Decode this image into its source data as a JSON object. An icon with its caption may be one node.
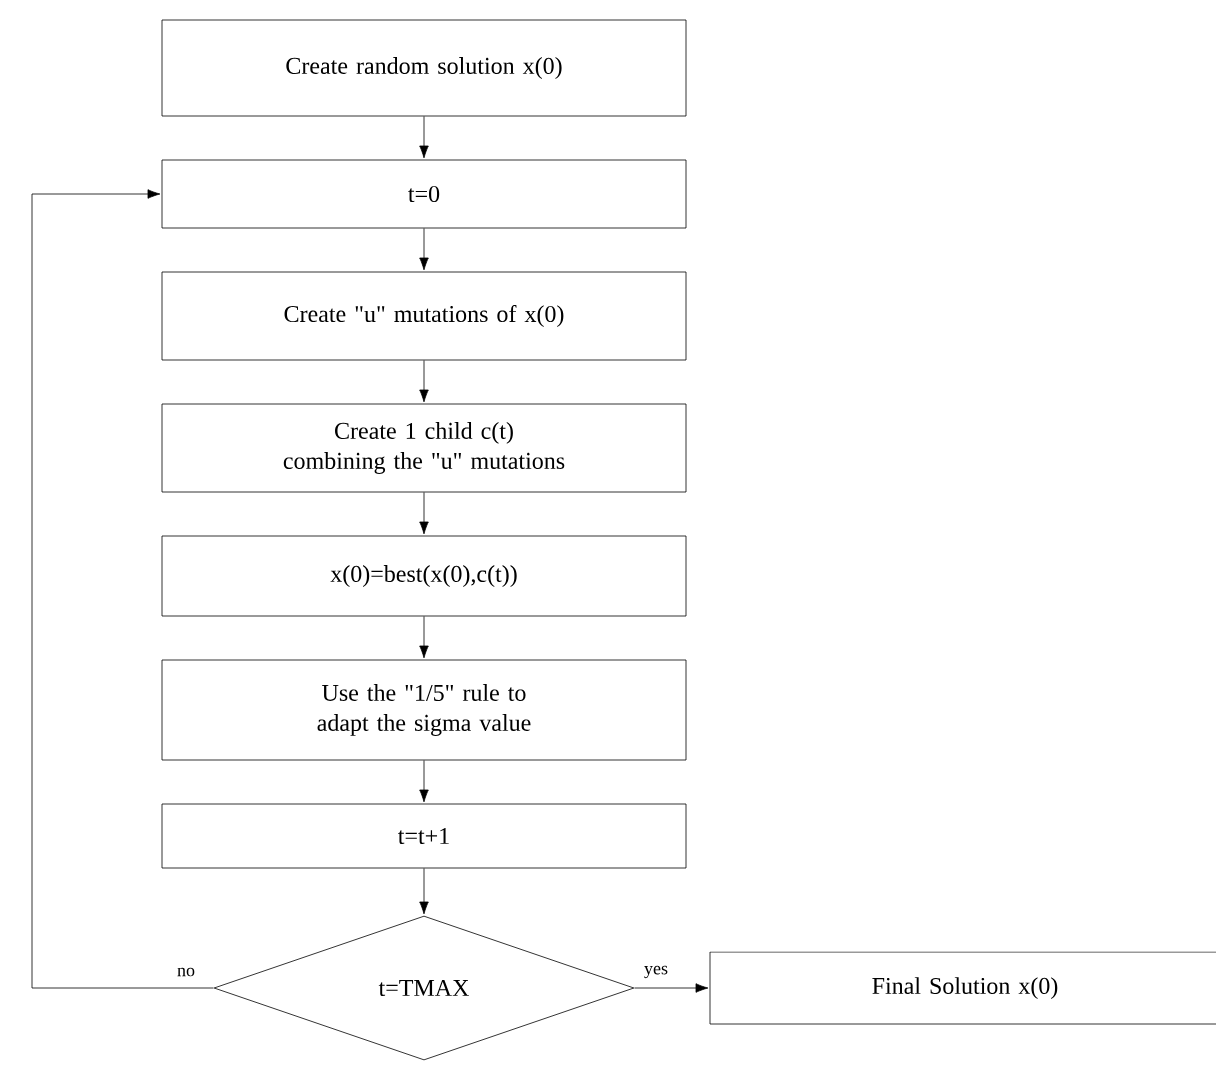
{
  "diagram": {
    "nodes": [
      {
        "text": [
          "Create random solution x(0)"
        ]
      },
      {
        "text": [
          "t=0"
        ]
      },
      {
        "text": [
          "Create \"u\" mutations of x(0)"
        ]
      },
      {
        "text": [
          "Create 1 child c(t) combining the \"u\" mutations"
        ]
      },
      {
        "text": [
          "x(0)=best(x(0),c(t))"
        ]
      },
      {
        "text": [
          "Use the \"1/5\" rule to adapt the sigma value"
        ]
      },
      {
        "text": [
          "t=t+1"
        ]
      },
      {
        "text": [
          "t=TMAX"
        ]
      },
      {
        "text": [
          "Final Solution x(0)"
        ]
      }
    ],
    "edges": [
      {
        "from": 0,
        "to": 1,
        "arrow": "to"
      },
      {
        "from": 1,
        "to": 2,
        "arrow": "to"
      },
      {
        "from": 2,
        "to": 3,
        "arrow": "to"
      },
      {
        "from": 3,
        "to": 4,
        "arrow": "to"
      },
      {
        "from": 4,
        "to": 5,
        "arrow": "to"
      },
      {
        "from": 5,
        "to": 6,
        "arrow": "to"
      },
      {
        "from": 6,
        "to": 7,
        "arrow": "to"
      },
      {
        "from": 7,
        "to": 1,
        "arrow": "to",
        "label": "no"
      },
      {
        "from": 7,
        "to": 8,
        "arrow": "to",
        "label": "yes"
      }
    ]
  }
}
